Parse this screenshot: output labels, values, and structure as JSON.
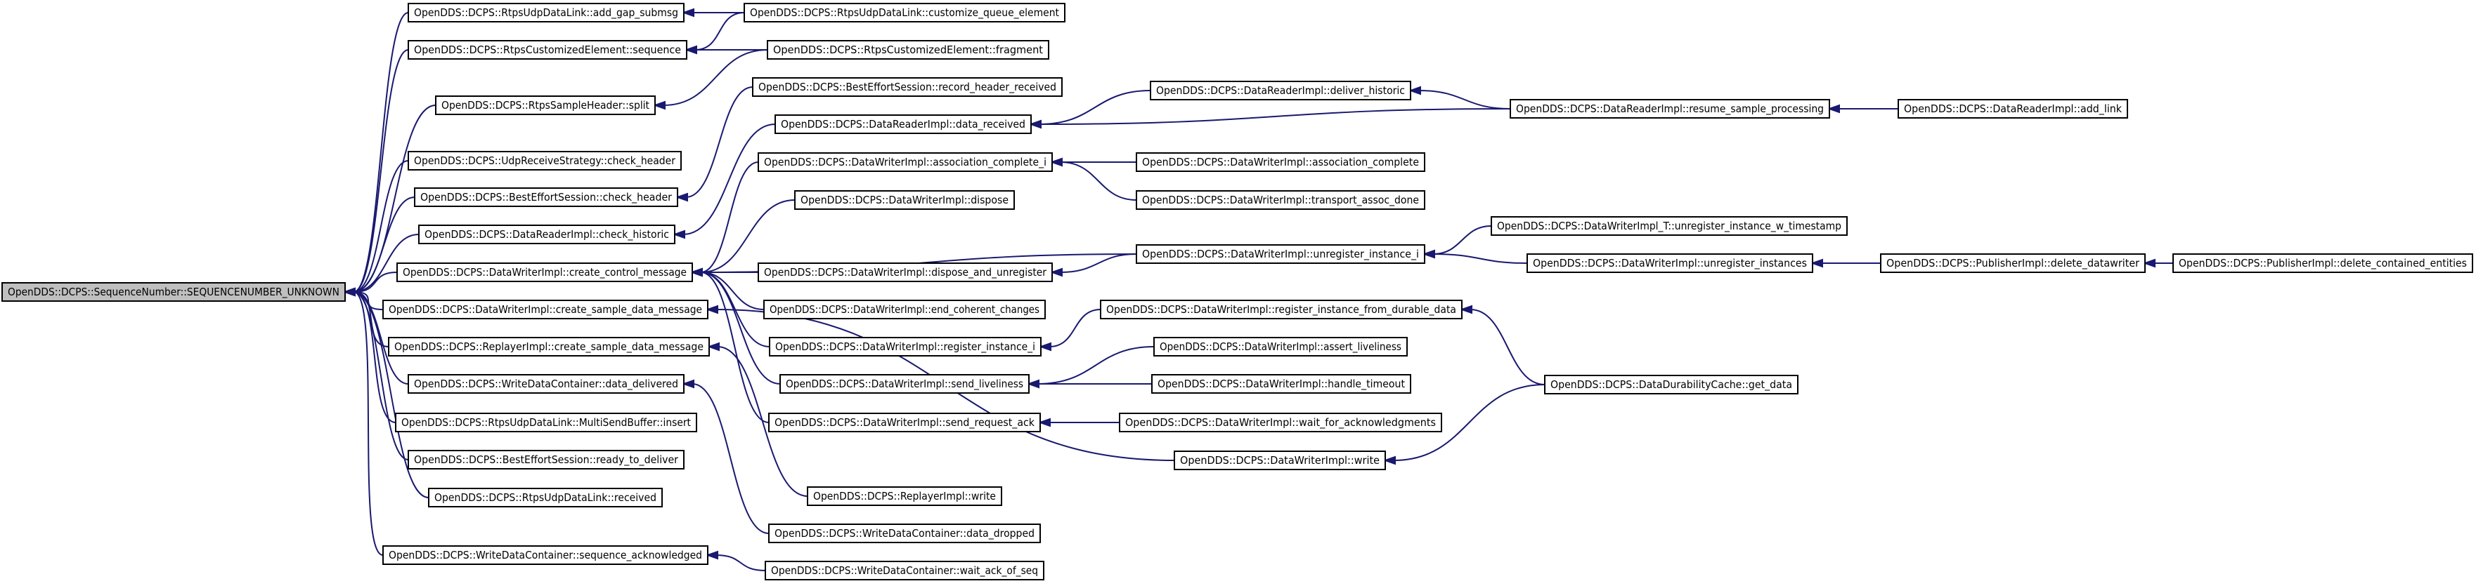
{
  "graph": {
    "root": "n_root",
    "colors": {
      "node_fill": "#ffffff",
      "root_fill": "#bfbfbf",
      "border": "#000000",
      "edge": "#191970"
    },
    "nodes": [
      {
        "id": "n_root",
        "label": "OpenDDS::DCPS::SequenceNumber::SEQUENCENUMBER_UNKNOWN"
      },
      {
        "id": "n1",
        "label": "OpenDDS::DCPS::RtpsUdpDataLink::add_gap_submsg"
      },
      {
        "id": "n2",
        "label": "OpenDDS::DCPS::RtpsUdpDataLink::customize_queue_element"
      },
      {
        "id": "n3",
        "label": "OpenDDS::DCPS::RtpsCustomizedElement::sequence"
      },
      {
        "id": "n4",
        "label": "OpenDDS::DCPS::RtpsCustomizedElement::fragment"
      },
      {
        "id": "n5",
        "label": "OpenDDS::DCPS::RtpsSampleHeader::split"
      },
      {
        "id": "n6",
        "label": "OpenDDS::DCPS::BestEffortSession::record_header_received"
      },
      {
        "id": "n7",
        "label": "OpenDDS::DCPS::DataReaderImpl::data_received"
      },
      {
        "id": "n8",
        "label": "OpenDDS::DCPS::DataReaderImpl::deliver_historic"
      },
      {
        "id": "n9",
        "label": "OpenDDS::DCPS::DataReaderImpl::resume_sample_processing"
      },
      {
        "id": "n10",
        "label": "OpenDDS::DCPS::DataReaderImpl::add_link"
      },
      {
        "id": "n11",
        "label": "OpenDDS::DCPS::UdpReceiveStrategy::check_header"
      },
      {
        "id": "n12",
        "label": "OpenDDS::DCPS::DataWriterImpl::association_complete_i"
      },
      {
        "id": "n13",
        "label": "OpenDDS::DCPS::DataWriterImpl::association_complete"
      },
      {
        "id": "n14",
        "label": "OpenDDS::DCPS::BestEffortSession::check_header"
      },
      {
        "id": "n15",
        "label": "OpenDDS::DCPS::DataWriterImpl::dispose"
      },
      {
        "id": "n16",
        "label": "OpenDDS::DCPS::DataWriterImpl::transport_assoc_done"
      },
      {
        "id": "n17",
        "label": "OpenDDS::DCPS::DataReaderImpl::check_historic"
      },
      {
        "id": "n18",
        "label": "OpenDDS::DCPS::DataWriterImpl_T::unregister_instance_w_timestamp"
      },
      {
        "id": "n19",
        "label": "OpenDDS::DCPS::DataWriterImpl::unregister_instance_i"
      },
      {
        "id": "n20",
        "label": "OpenDDS::DCPS::DataWriterImpl::create_control_message"
      },
      {
        "id": "n21",
        "label": "OpenDDS::DCPS::DataWriterImpl::unregister_instances"
      },
      {
        "id": "n22",
        "label": "OpenDDS::DCPS::PublisherImpl::delete_datawriter"
      },
      {
        "id": "n23",
        "label": "OpenDDS::DCPS::PublisherImpl::delete_contained_entities"
      },
      {
        "id": "n24",
        "label": "OpenDDS::DCPS::DataWriterImpl::dispose_and_unregister"
      },
      {
        "id": "n25",
        "label": "OpenDDS::DCPS::DataWriterImpl::create_sample_data_message"
      },
      {
        "id": "n26",
        "label": "OpenDDS::DCPS::DataWriterImpl::end_coherent_changes"
      },
      {
        "id": "n27",
        "label": "OpenDDS::DCPS::DataWriterImpl::register_instance_from_durable_data"
      },
      {
        "id": "n28",
        "label": "OpenDDS::DCPS::ReplayerImpl::create_sample_data_message"
      },
      {
        "id": "n29",
        "label": "OpenDDS::DCPS::DataWriterImpl::register_instance_i"
      },
      {
        "id": "n30",
        "label": "OpenDDS::DCPS::DataWriterImpl::assert_liveliness"
      },
      {
        "id": "n31",
        "label": "OpenDDS::DCPS::WriteDataContainer::data_delivered"
      },
      {
        "id": "n32",
        "label": "OpenDDS::DCPS::DataWriterImpl::send_liveliness"
      },
      {
        "id": "n33",
        "label": "OpenDDS::DCPS::DataWriterImpl::handle_timeout"
      },
      {
        "id": "n34",
        "label": "OpenDDS::DCPS::DataDurabilityCache::get_data"
      },
      {
        "id": "n35",
        "label": "OpenDDS::DCPS::RtpsUdpDataLink::MultiSendBuffer::insert"
      },
      {
        "id": "n36",
        "label": "OpenDDS::DCPS::DataWriterImpl::send_request_ack"
      },
      {
        "id": "n37",
        "label": "OpenDDS::DCPS::DataWriterImpl::wait_for_acknowledgments"
      },
      {
        "id": "n38",
        "label": "OpenDDS::DCPS::BestEffortSession::ready_to_deliver"
      },
      {
        "id": "n39",
        "label": "OpenDDS::DCPS::DataWriterImpl::write"
      },
      {
        "id": "n40",
        "label": "OpenDDS::DCPS::RtpsUdpDataLink::received"
      },
      {
        "id": "n41",
        "label": "OpenDDS::DCPS::ReplayerImpl::write"
      },
      {
        "id": "n42",
        "label": "OpenDDS::DCPS::WriteDataContainer::data_dropped"
      },
      {
        "id": "n43",
        "label": "OpenDDS::DCPS::WriteDataContainer::sequence_acknowledged"
      },
      {
        "id": "n44",
        "label": "OpenDDS::DCPS::WriteDataContainer::wait_ack_of_seq"
      }
    ],
    "edges": [
      [
        "n1",
        "n_root"
      ],
      [
        "n3",
        "n_root"
      ],
      [
        "n5",
        "n_root"
      ],
      [
        "n11",
        "n_root"
      ],
      [
        "n14",
        "n_root"
      ],
      [
        "n17",
        "n_root"
      ],
      [
        "n20",
        "n_root"
      ],
      [
        "n25",
        "n_root"
      ],
      [
        "n28",
        "n_root"
      ],
      [
        "n31",
        "n_root"
      ],
      [
        "n35",
        "n_root"
      ],
      [
        "n38",
        "n_root"
      ],
      [
        "n40",
        "n_root"
      ],
      [
        "n43",
        "n_root"
      ],
      [
        "n2",
        "n1"
      ],
      [
        "n2",
        "n3"
      ],
      [
        "n4",
        "n3"
      ],
      [
        "n4",
        "n5"
      ],
      [
        "n6",
        "n14"
      ],
      [
        "n7",
        "n17"
      ],
      [
        "n8",
        "n7"
      ],
      [
        "n9",
        "n7"
      ],
      [
        "n9",
        "n8"
      ],
      [
        "n10",
        "n9"
      ],
      [
        "n12",
        "n20"
      ],
      [
        "n13",
        "n12"
      ],
      [
        "n16",
        "n12"
      ],
      [
        "n15",
        "n20"
      ],
      [
        "n19",
        "n20"
      ],
      [
        "n18",
        "n19"
      ],
      [
        "n21",
        "n19"
      ],
      [
        "n22",
        "n21"
      ],
      [
        "n23",
        "n22"
      ],
      [
        "n24",
        "n20"
      ],
      [
        "n19",
        "n24"
      ],
      [
        "n26",
        "n20"
      ],
      [
        "n29",
        "n20"
      ],
      [
        "n27",
        "n29"
      ],
      [
        "n34",
        "n27"
      ],
      [
        "n32",
        "n20"
      ],
      [
        "n30",
        "n32"
      ],
      [
        "n33",
        "n32"
      ],
      [
        "n36",
        "n20"
      ],
      [
        "n37",
        "n36"
      ],
      [
        "n39",
        "n25"
      ],
      [
        "n34",
        "n39"
      ],
      [
        "n41",
        "n28"
      ],
      [
        "n42",
        "n31"
      ],
      [
        "n44",
        "n43"
      ]
    ]
  }
}
